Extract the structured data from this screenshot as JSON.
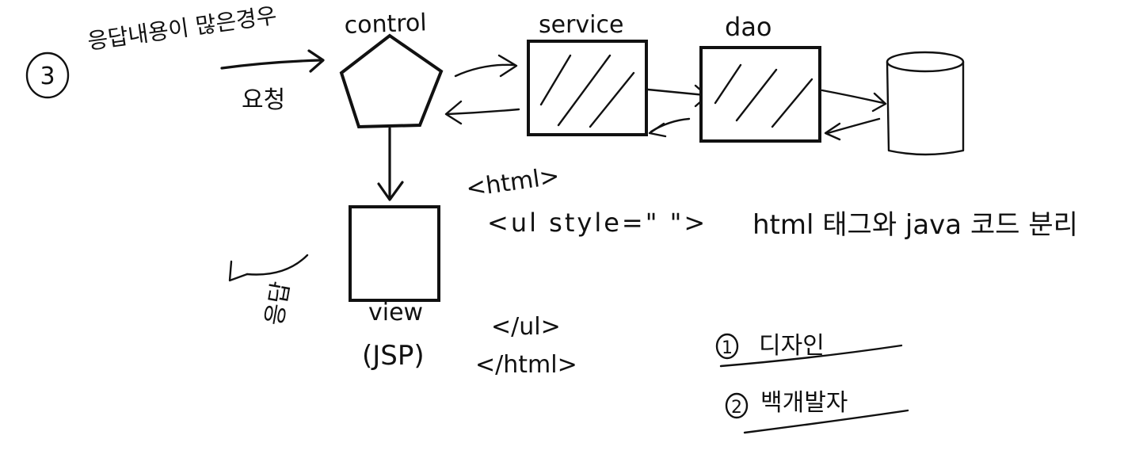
{
  "section_marker": "3",
  "section_title": "응답내용이 많은경우",
  "request_label": "요청",
  "response_label": "응답",
  "nodes": {
    "control": "control",
    "service": "service",
    "dao": "dao",
    "view": "view",
    "view_sub": "(JSP)"
  },
  "code": {
    "html_open": "<html>",
    "ul_open": "<ul style=\" \">",
    "ul_close": "</ul>",
    "html_close": "</html>"
  },
  "note_separation": "html 태그와 java 코드 분리",
  "roles": [
    {
      "num": "1",
      "label": "디자인"
    },
    {
      "num": "2",
      "label": "백개발자"
    }
  ]
}
